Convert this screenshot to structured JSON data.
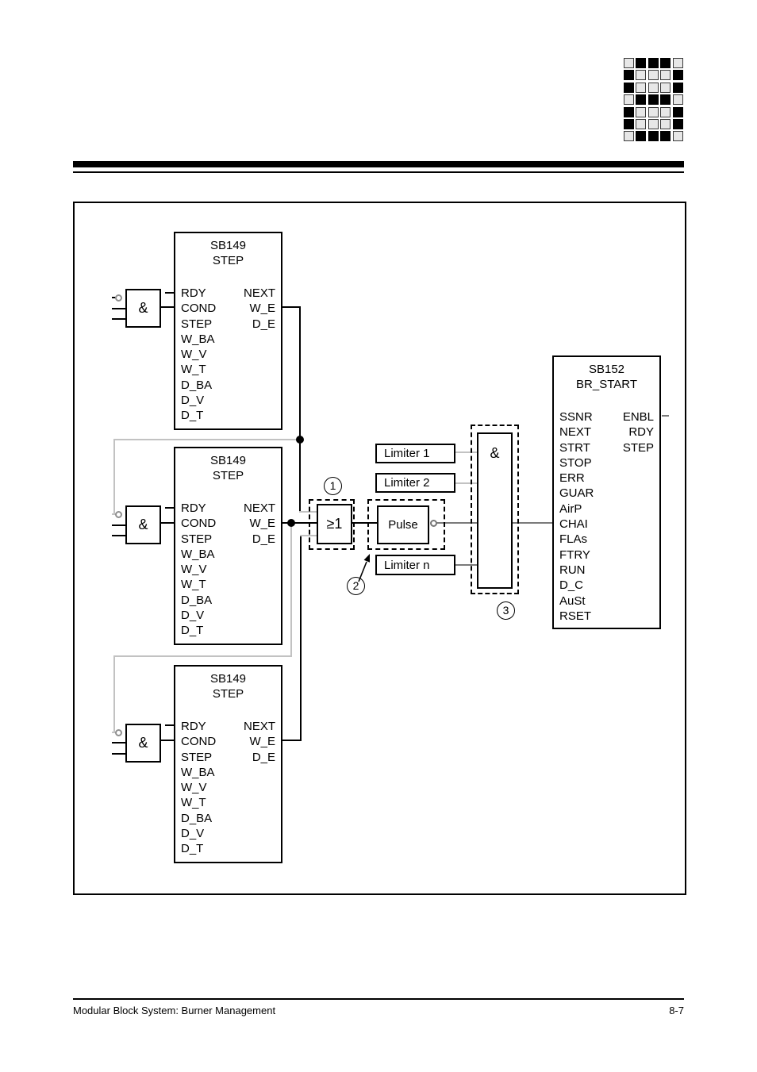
{
  "page": {
    "footer_left": "Modular Block System: Burner Management",
    "page_number": "8-7"
  },
  "logo": {
    "pattern": [
      "01110",
      "10001",
      "10001",
      "01110",
      "10001",
      "10001",
      "01110"
    ]
  },
  "colors": {
    "line_black": "#000000",
    "line_light": "#c2c2c2",
    "line_mid": "#7a7a7a",
    "logo_cell_light": "#e7e7e7",
    "logo_cell_dark": "#000000"
  },
  "diagram": {
    "step_blocks": [
      {
        "title1": "SB149",
        "title2": "STEP",
        "inputs": [
          "RDY",
          "COND",
          "STEP",
          "W_BA",
          "W_V",
          "W_T",
          "D_BA",
          "D_V",
          "D_T"
        ],
        "outputs": [
          "NEXT",
          "W_E",
          "D_E"
        ]
      },
      {
        "title1": "SB149",
        "title2": "STEP",
        "inputs": [
          "RDY",
          "COND",
          "STEP",
          "W_BA",
          "W_V",
          "W_T",
          "D_BA",
          "D_V",
          "D_T"
        ],
        "outputs": [
          "NEXT",
          "W_E",
          "D_E"
        ]
      },
      {
        "title1": "SB149",
        "title2": "STEP",
        "inputs": [
          "RDY",
          "COND",
          "STEP",
          "W_BA",
          "W_V",
          "W_T",
          "D_BA",
          "D_V",
          "D_T"
        ],
        "outputs": [
          "NEXT",
          "W_E",
          "D_E"
        ]
      }
    ],
    "br_block": {
      "title1": "SB152",
      "title2": "BR_START",
      "inputs": [
        "SSNR",
        "NEXT",
        "STRT",
        "STOP",
        "ERR",
        "GUAR",
        "AirP",
        "CHAI",
        "FLAs",
        "FTRY",
        "RUN",
        "D_C",
        "AuSt",
        "RSET"
      ],
      "outputs": [
        "ENBL",
        "RDY",
        "STEP"
      ]
    },
    "gates": {
      "and_label": "&",
      "or_label": "≥1"
    },
    "pulse_label": "Pulse",
    "limiters": [
      "Limiter 1",
      "Limiter 2",
      "Limiter n"
    ],
    "callouts": [
      "1",
      "2",
      "3"
    ]
  }
}
